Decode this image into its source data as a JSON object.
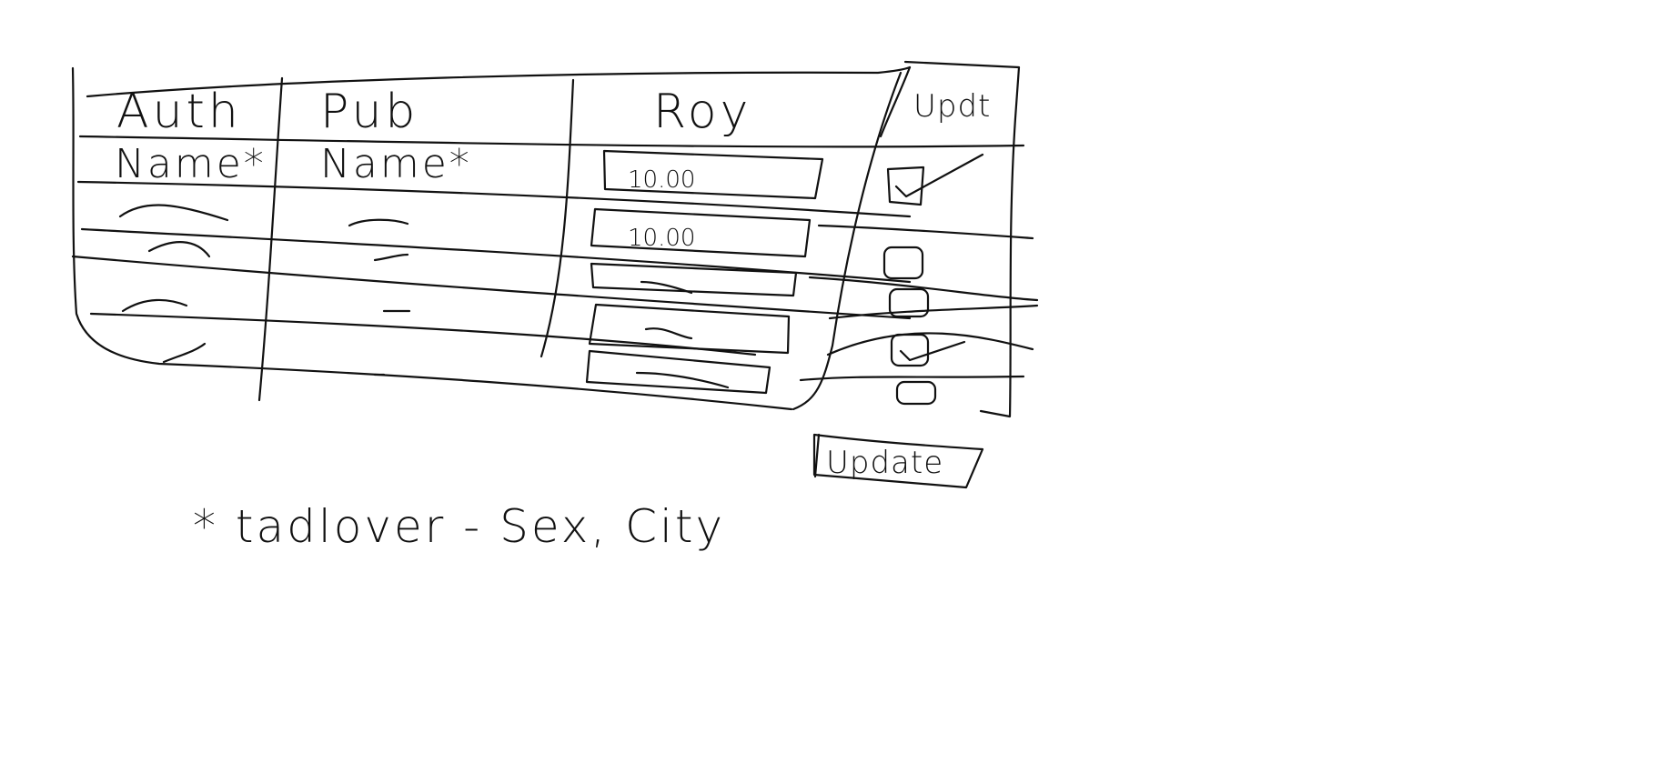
{
  "table": {
    "columns": [
      "Auth",
      "Pub",
      "Roy",
      "Updt"
    ],
    "subheaders": [
      "Name*",
      "Name*"
    ],
    "royalty_values": [
      "10.00",
      "10.00"
    ]
  },
  "update_button": {
    "label": "Update"
  },
  "footnote": "* tadlover - Sex, City"
}
